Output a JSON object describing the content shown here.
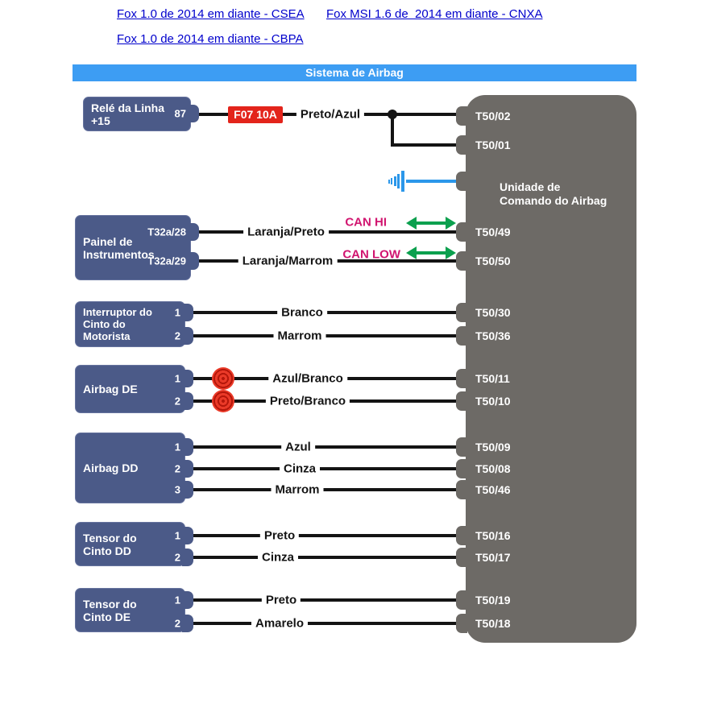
{
  "links": [
    "Fox 1.0 de 2014 em diante - CSEA",
    "Fox MSI 1.6 de  2014 em diante - CNXA",
    "Fox 1.0 de 2014 em diante - CBPA"
  ],
  "header": {
    "title": "Sistema de Airbag"
  },
  "fuse": {
    "label": "F07 10A"
  },
  "ecu": {
    "name": "Unidade de\nComando do Airbag",
    "terminals": [
      "T50/02",
      "T50/01",
      "T50/49",
      "T50/50",
      "T50/30",
      "T50/36",
      "T50/11",
      "T50/10",
      "T50/09",
      "T50/08",
      "T50/46",
      "T50/16",
      "T50/17",
      "T50/19",
      "T50/18"
    ]
  },
  "boxes": [
    {
      "name": "Relé da Linha\n+15",
      "pins": [
        "87"
      ]
    },
    {
      "name": "Painel de\nInstrumentos",
      "pins": [
        "T32a/28",
        "T32a/29"
      ]
    },
    {
      "name": "Interruptor do\nCinto do\nMotorista",
      "pins": [
        "1",
        "2"
      ]
    },
    {
      "name": "Airbag DE",
      "pins": [
        "1",
        "2"
      ]
    },
    {
      "name": "Airbag DD",
      "pins": [
        "1",
        "2",
        "3"
      ]
    },
    {
      "name": "Tensor do\nCinto DD",
      "pins": [
        "1",
        "2"
      ]
    },
    {
      "name": "Tensor do\nCinto DE",
      "pins": [
        "1",
        "2"
      ]
    }
  ],
  "wires": [
    "Preto/Azul",
    "Laranja/Preto",
    "Laranja/Marrom",
    "Branco",
    "Marrom",
    "Azul/Branco",
    "Preto/Branco",
    "Azul",
    "Cinza",
    "Marrom",
    "Preto",
    "Cinza",
    "Preto",
    "Amarelo"
  ],
  "can": {
    "hi": "CAN HI",
    "low": "CAN LOW"
  },
  "colors": {
    "header_bar": "#3d9df3",
    "component_box": "#4b5a88",
    "ecu_box": "#6d6a66",
    "fuse": "#e3241b",
    "link": "#0000cc",
    "can_label": "#d11670",
    "can_arrow": "#0ba04e",
    "ground_symbol": "#2b97ea",
    "squib": "#e3241b",
    "wire": "#141414"
  }
}
